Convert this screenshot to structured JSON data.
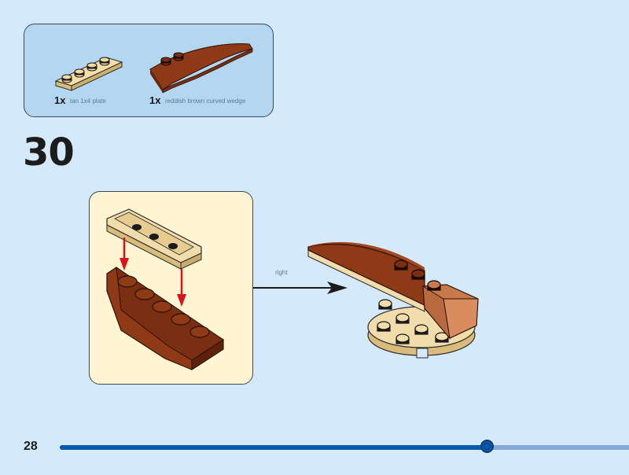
{
  "parts_list": {
    "items": [
      {
        "part": "tan 1x4 plate",
        "quantity": "1x",
        "color": "#e8cf94"
      },
      {
        "part": "reddish brown curved wedge",
        "quantity": "1x",
        "color": "#8e3a17"
      }
    ]
  },
  "step": {
    "number": "30"
  },
  "arrow": {
    "direction": "right"
  },
  "footer": {
    "page_number": "28",
    "progress_fraction": 0.75
  },
  "colors": {
    "background": "#d4eafa",
    "parts_box": "#b3d6f1",
    "callout": "#fff5d2",
    "tan": "#e8cf94",
    "brown": "#8e3a17",
    "medium_nougat": "#c97a4d",
    "red_arrow": "#d5141c",
    "progress": "#0a5aad",
    "progress_track": "#82a7d8"
  }
}
